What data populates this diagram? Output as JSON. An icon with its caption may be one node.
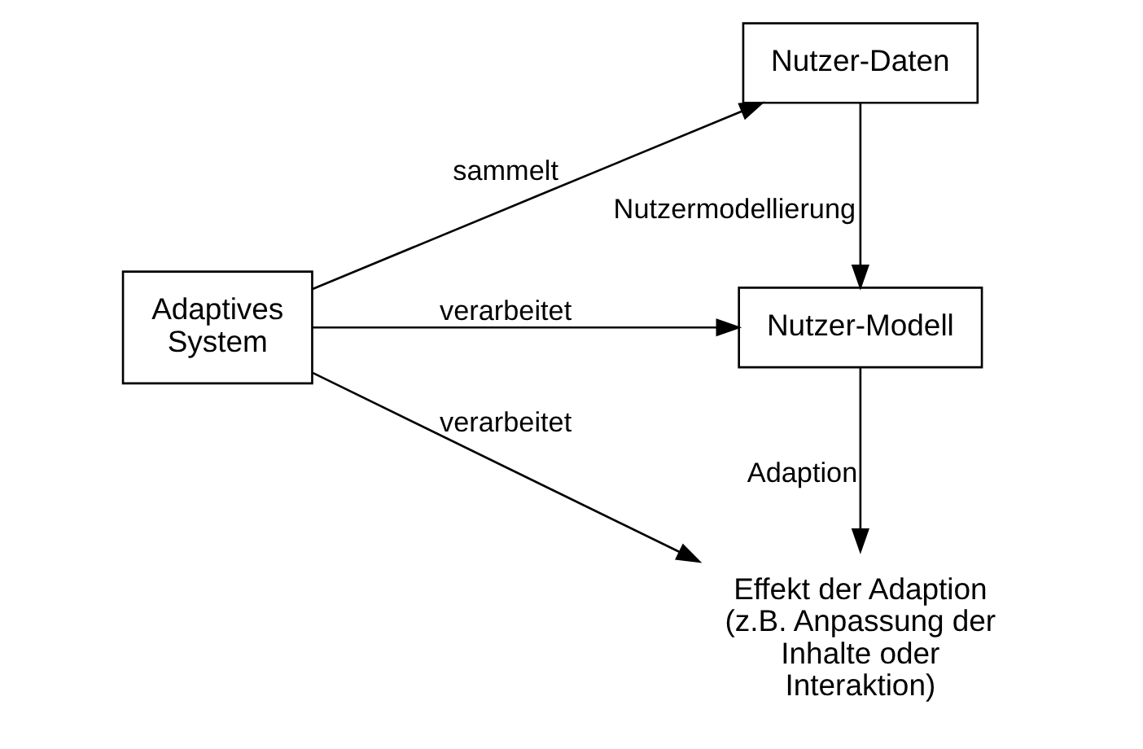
{
  "diagram": {
    "nodes": [
      {
        "text": [
          "Nutzer-Daten"
        ]
      },
      {
        "text": [
          "Adaptives System"
        ]
      },
      {
        "text": [
          "Nutzer-Modell"
        ]
      },
      {
        "text": [
          "Effekt der Adaption (z.B. Anpassung der Inhalte oder Interaktion)"
        ]
      }
    ],
    "edges": [
      {
        "from": 1,
        "to": 0,
        "arrow": "to",
        "label": "sammelt"
      },
      {
        "from": 1,
        "to": 2,
        "arrow": "to",
        "label": "verarbeitet"
      },
      {
        "from": 1,
        "to": 3,
        "arrow": "to",
        "label": "verarbeitet"
      },
      {
        "from": 0,
        "to": 2,
        "arrow": "to",
        "label": "Nutzermodellierung"
      },
      {
        "from": 2,
        "to": 3,
        "arrow": "to",
        "label": "Adaption"
      }
    ]
  }
}
